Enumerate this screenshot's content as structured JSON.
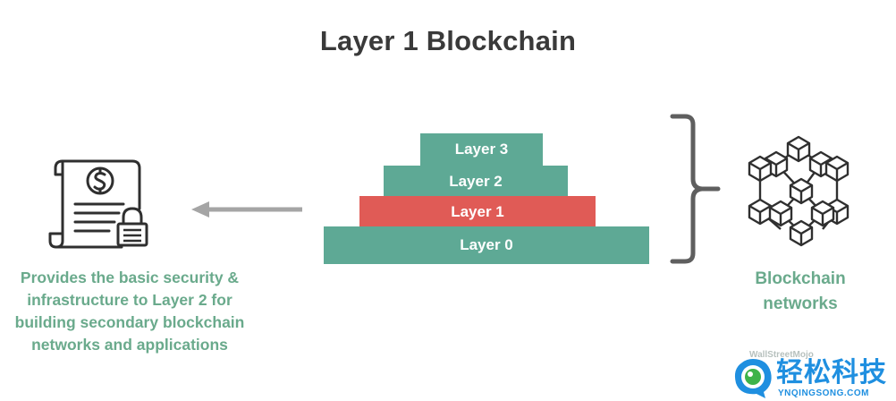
{
  "title": "Layer 1 Blockchain",
  "layers": [
    {
      "label": "Layer 3",
      "color": "#5ea995"
    },
    {
      "label": "Layer 2",
      "color": "#5ea995"
    },
    {
      "label": "Layer 1",
      "color": "#e05b56"
    },
    {
      "label": "Layer 0",
      "color": "#5ea995"
    }
  ],
  "left_caption": {
    "lines": [
      "Provides the basic security &",
      "infrastructure to Layer 2 for",
      "building secondary blockchain",
      "networks and applications"
    ]
  },
  "right_caption": {
    "lines": [
      "Blockchain",
      "networks"
    ]
  },
  "icons": {
    "left": "secure-document-icon",
    "right": "blockchain-network-icon",
    "arrow": "arrow-left-icon",
    "bracket": "curly-brace-icon"
  },
  "colors": {
    "accent_teal": "#5ea995",
    "accent_red": "#e05b56",
    "caption_green": "#6aaa8c",
    "title_gray": "#3a3a3a",
    "brand_blue": "#1f8fe0"
  },
  "watermark": {
    "faint": "WallStreetMojo",
    "brand": "轻松科技",
    "brand_sub": "YNQINGSONG.COM"
  }
}
